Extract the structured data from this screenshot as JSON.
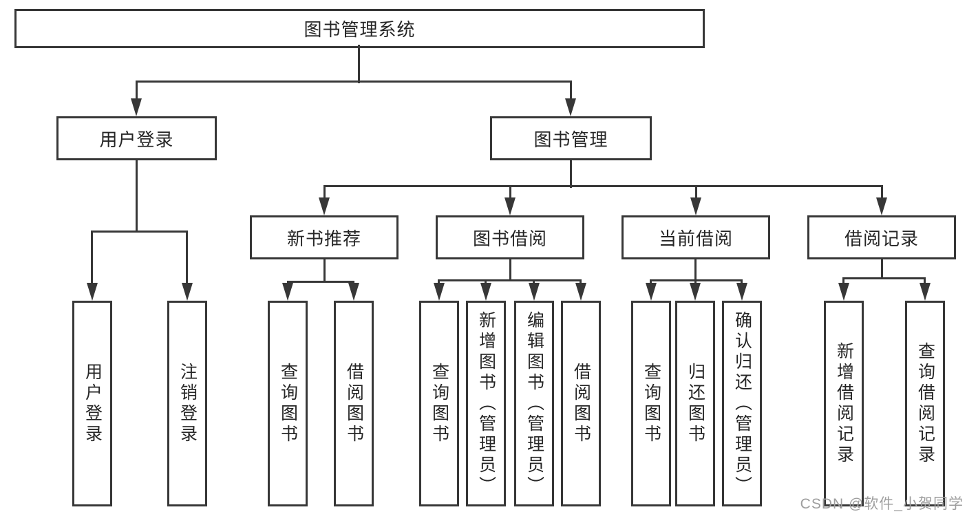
{
  "diagram": {
    "root": {
      "label": "图书管理系统"
    },
    "branches": [
      {
        "label": "用户登录",
        "children": [
          {
            "label": "用户登录"
          },
          {
            "label": "注销登录"
          }
        ]
      },
      {
        "label": "图书管理",
        "children": [
          {
            "label": "新书推荐",
            "children": [
              {
                "label": "查询图书"
              },
              {
                "label": "借阅图书"
              }
            ]
          },
          {
            "label": "图书借阅",
            "children": [
              {
                "label": "查询图书"
              },
              {
                "label": "新增图书（管理员）"
              },
              {
                "label": "编辑图书（管理员）"
              },
              {
                "label": "借阅图书"
              }
            ]
          },
          {
            "label": "当前借阅",
            "children": [
              {
                "label": "查询图书"
              },
              {
                "label": "归还图书"
              },
              {
                "label": "确认归还（管理员）"
              }
            ]
          },
          {
            "label": "借阅记录",
            "children": [
              {
                "label": "新增借阅记录"
              },
              {
                "label": "查询借阅记录"
              }
            ]
          }
        ]
      }
    ]
  },
  "watermark": {
    "text": "CSDN @软件_小贺同学"
  },
  "colors": {
    "line": "#373737",
    "text": "#262626",
    "background": "#ffffff",
    "watermark": "#9e9e9e"
  }
}
